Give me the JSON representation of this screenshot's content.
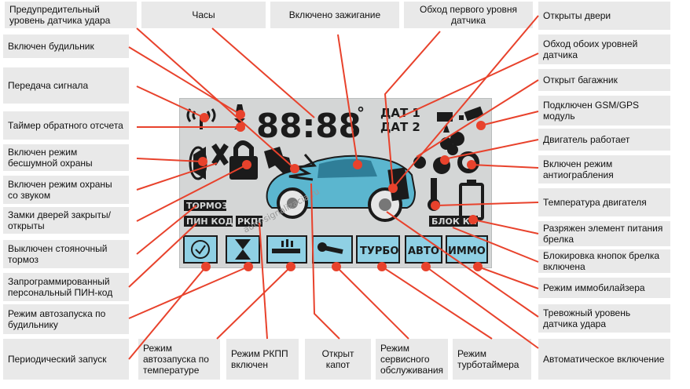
{
  "labels": {
    "shock_pre": "Предупредительный уровень датчика удара",
    "clock": "Часы",
    "ignition": "Включено зажигание",
    "bypass_first": "Обход первого уровня датчика",
    "doors_open": "Открыты двери",
    "alarm_clock": "Включен будильник",
    "bypass_both": "Обход обоих уровней датчика",
    "signal_tx": "Передача сигнала",
    "trunk_open": "Открыт багажник",
    "gsm_gps": "Подключен GSM/GPS модуль",
    "countdown": "Таймер обратного отсчета",
    "engine_running": "Двигатель работает",
    "silent_arm": "Включен режим бесшумной охраны",
    "antirobbery": "Включен режим антиограбления",
    "sound_arm": "Включен режим охраны со звуком",
    "engine_temp": "Температура двигателя",
    "door_locks": "Замки дверей закрыты/открыты",
    "battery_low": "Разряжен элемент питания брелка",
    "parking_brake": "Выключен стояночный тормоз",
    "keylock": "Блокировка кнопок брелка включена",
    "pin_code": "Запрограммированный персональный ПИН-код",
    "immobilizer": "Режим иммобилайзера",
    "autostart_alarm": "Режим автозапуска по будильнику",
    "shock_alarm": "Тревожный уровень датчика удара",
    "periodic": "Периодический запуск",
    "autostart_temp": "Режим автозапуска по температуре",
    "gearbox": "Режим РКПП включен",
    "hood_open": "Открыт капот",
    "service": "Режим сервисного обслуживания",
    "turbo_timer": "Режим турботаймера",
    "auto_on": "Автоматическое включение"
  },
  "lcd": {
    "clock_digits": "88:88",
    "degree": "°",
    "dat1": "ДАТ 1",
    "dat2": "ДАТ 2",
    "tormoz": "ТОРМОЗ",
    "pin_kod": "ПИН КОД",
    "rkpp": "РКПП",
    "blok_kn": "БЛОК КН",
    "turbo": "ТУРБО",
    "avto": "АВТО",
    "immo": "ИММО",
    "watermark": "auto-signalizacia.ru"
  },
  "colors": {
    "label_bg": "#e9e9e9",
    "line": "#e8422c",
    "dot": "#e8422c",
    "lcd_bg": "#d4d6d6",
    "segment": "#1b1b1b",
    "car": "#5bb6cf",
    "icon_box": "#8fd0e4"
  }
}
